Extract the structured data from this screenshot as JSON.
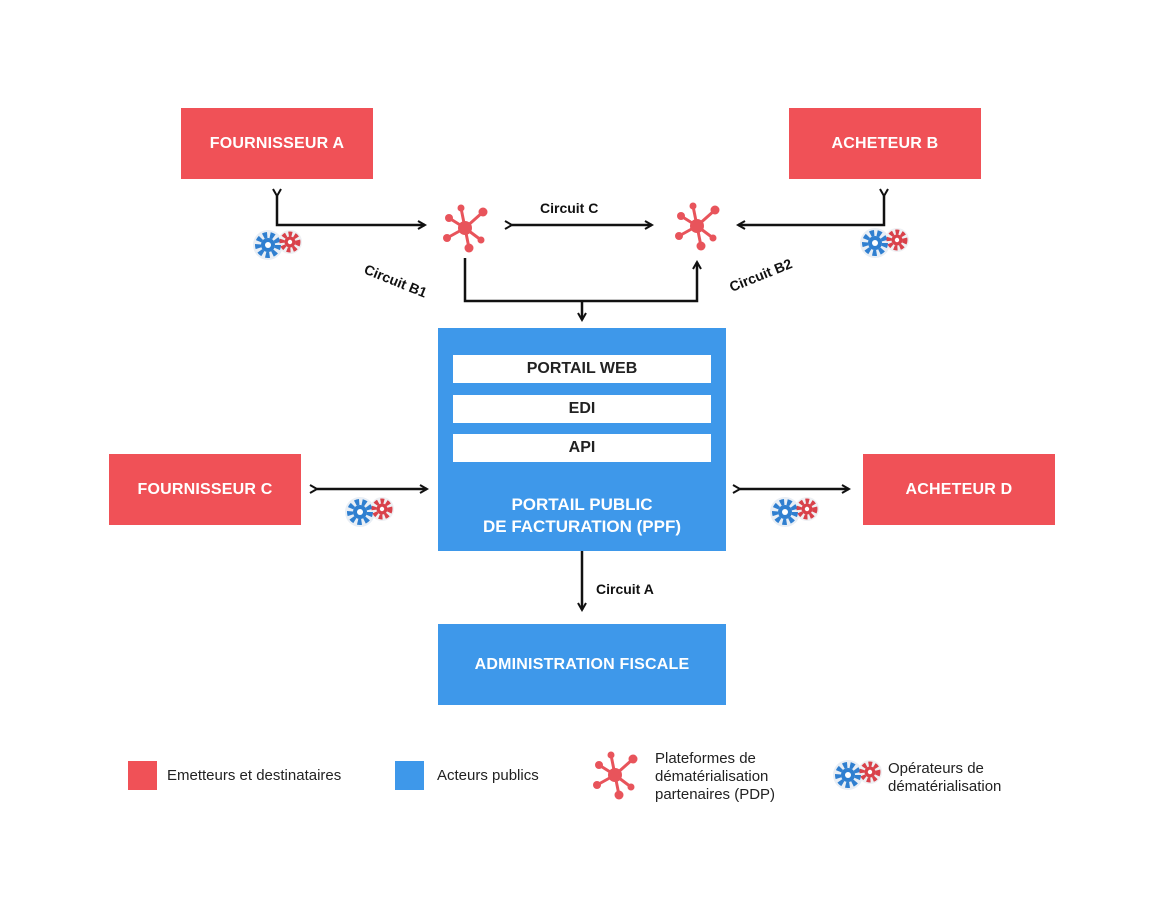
{
  "nodes": {
    "fournisseur_a": "FOURNISSEUR A",
    "acheteur_b": "ACHETEUR B",
    "fournisseur_c": "FOURNISSEUR C",
    "acheteur_d": "ACHETEUR D",
    "administration": "ADMINISTRATION FISCALE"
  },
  "ppf": {
    "channels": [
      "PORTAIL WEB",
      "EDI",
      "API"
    ],
    "title": "PORTAIL PUBLIC\nDE FACTURATION (PPF)"
  },
  "circuits": {
    "a": "Circuit A",
    "b1": "Circuit B1",
    "b2": "Circuit B2",
    "c": "Circuit C"
  },
  "legend": {
    "emetteurs": "Emetteurs et destinataires",
    "acteurs": "Acteurs publics",
    "pdp": "Plateformes de\ndématérialisation\npartenaires (PDP)",
    "operateurs": "Opérateurs de\ndématérialisation"
  },
  "colors": {
    "emetteurs": "#f05157",
    "acteurs": "#3e98ea",
    "gear_blue": "#2f7fd0",
    "gear_red": "#d9414a"
  },
  "icons": {
    "pdp": "network-hub-icon",
    "operator": "gears-icon"
  }
}
